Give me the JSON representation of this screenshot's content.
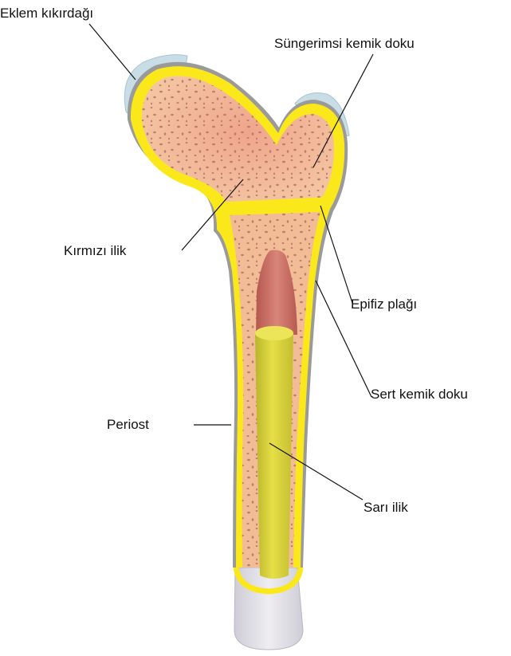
{
  "labels": {
    "articular_cartilage": "Eklem kıkırdağı",
    "spongy_bone": "Süngerimsi kemik doku",
    "red_marrow": "Kırmızı ilik",
    "epiphyseal_plate": "Epifiz plağı",
    "compact_bone": "Sert kemik doku",
    "periosteum": "Periost",
    "yellow_marrow": "Sarı ilik"
  },
  "colors": {
    "cartilage": "#c9dde6",
    "periosteum_outline": "#9a9a9a",
    "compact_bone": "#fbe81a",
    "spongy_bone": "#f2bc97",
    "spongy_pores": "#b87766",
    "red_marrow": "#c0625a",
    "yellow_marrow": "#dcd53a",
    "bone_shaft_cut": "#e6e4ea"
  }
}
